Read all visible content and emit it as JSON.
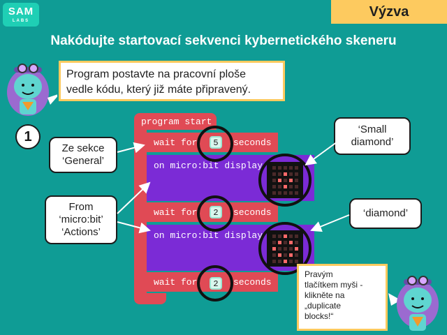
{
  "logo": {
    "text": "SAM",
    "sub": "LABS"
  },
  "badge": "Výzva",
  "title": "Nakódujte startovací sekvenci kybernetického skeneru",
  "tip1": [
    "Program postavte na pracovní ploše",
    "vedle kódu, který již máte připravený."
  ],
  "step_number": "1",
  "callouts": {
    "general": [
      "Ze sekce",
      "‘General’"
    ],
    "microbit": [
      "From",
      "‘micro:bit’",
      "‘Actions’"
    ],
    "small_diamond": [
      "‘Small",
      "diamond’"
    ],
    "diamond": [
      "‘diamond’"
    ]
  },
  "blocks": {
    "program_start": "program start",
    "wait1": {
      "pre": "wait for",
      "num": "5",
      "post": "seconds"
    },
    "display1": "on micro:bit display",
    "wait2": {
      "pre": "wait for",
      "num": "2",
      "post": "seconds"
    },
    "display2": "on micro:bit display",
    "wait3": {
      "pre": "wait for",
      "num": "2",
      "post": "seconds"
    }
  },
  "tip2": [
    "Pravým",
    "tlačítkem myši -",
    "klikněte na",
    "„duplicate",
    "blocks!“"
  ],
  "colors": {
    "bg": "#0f9c95",
    "block_red": "#e04a55",
    "block_purple": "#7b2bd6",
    "note_border": "#fdca5f"
  }
}
